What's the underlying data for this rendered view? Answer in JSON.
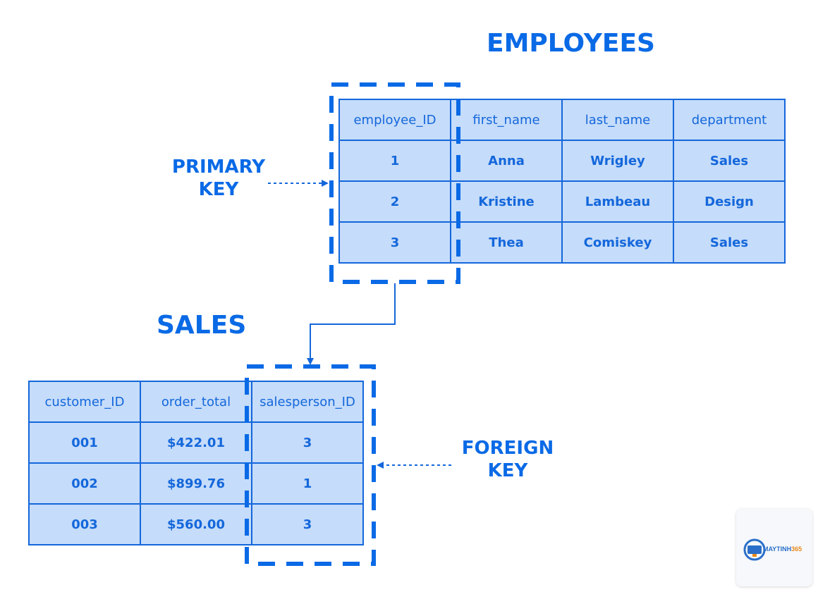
{
  "employees": {
    "title": "EMPLOYEES",
    "columns": [
      "employee_ID",
      "first_name",
      "last_name",
      "department"
    ],
    "rows": [
      [
        "1",
        "Anna",
        "Wrigley",
        "Sales"
      ],
      [
        "2",
        "Kristine",
        "Lambeau",
        "Design"
      ],
      [
        "3",
        "Thea",
        "Comiskey",
        "Sales"
      ]
    ]
  },
  "sales": {
    "title": "SALES",
    "columns": [
      "customer_ID",
      "order_total",
      "salesperson_ID"
    ],
    "rows": [
      [
        "001",
        "$422.01",
        "3"
      ],
      [
        "002",
        "$899.76",
        "1"
      ],
      [
        "003",
        "$560.00",
        "3"
      ]
    ]
  },
  "labels": {
    "primary_key_line1": "PRIMARY",
    "primary_key_line2": "KEY",
    "foreign_key_line1": "FOREIGN",
    "foreign_key_line2": "KEY"
  },
  "logo": {
    "brand": "MAYTINH",
    "brand_accent": "365"
  },
  "colors": {
    "accent": "#0a6ae6",
    "table_fill": "#c5dcfa",
    "table_border": "#1467db"
  }
}
